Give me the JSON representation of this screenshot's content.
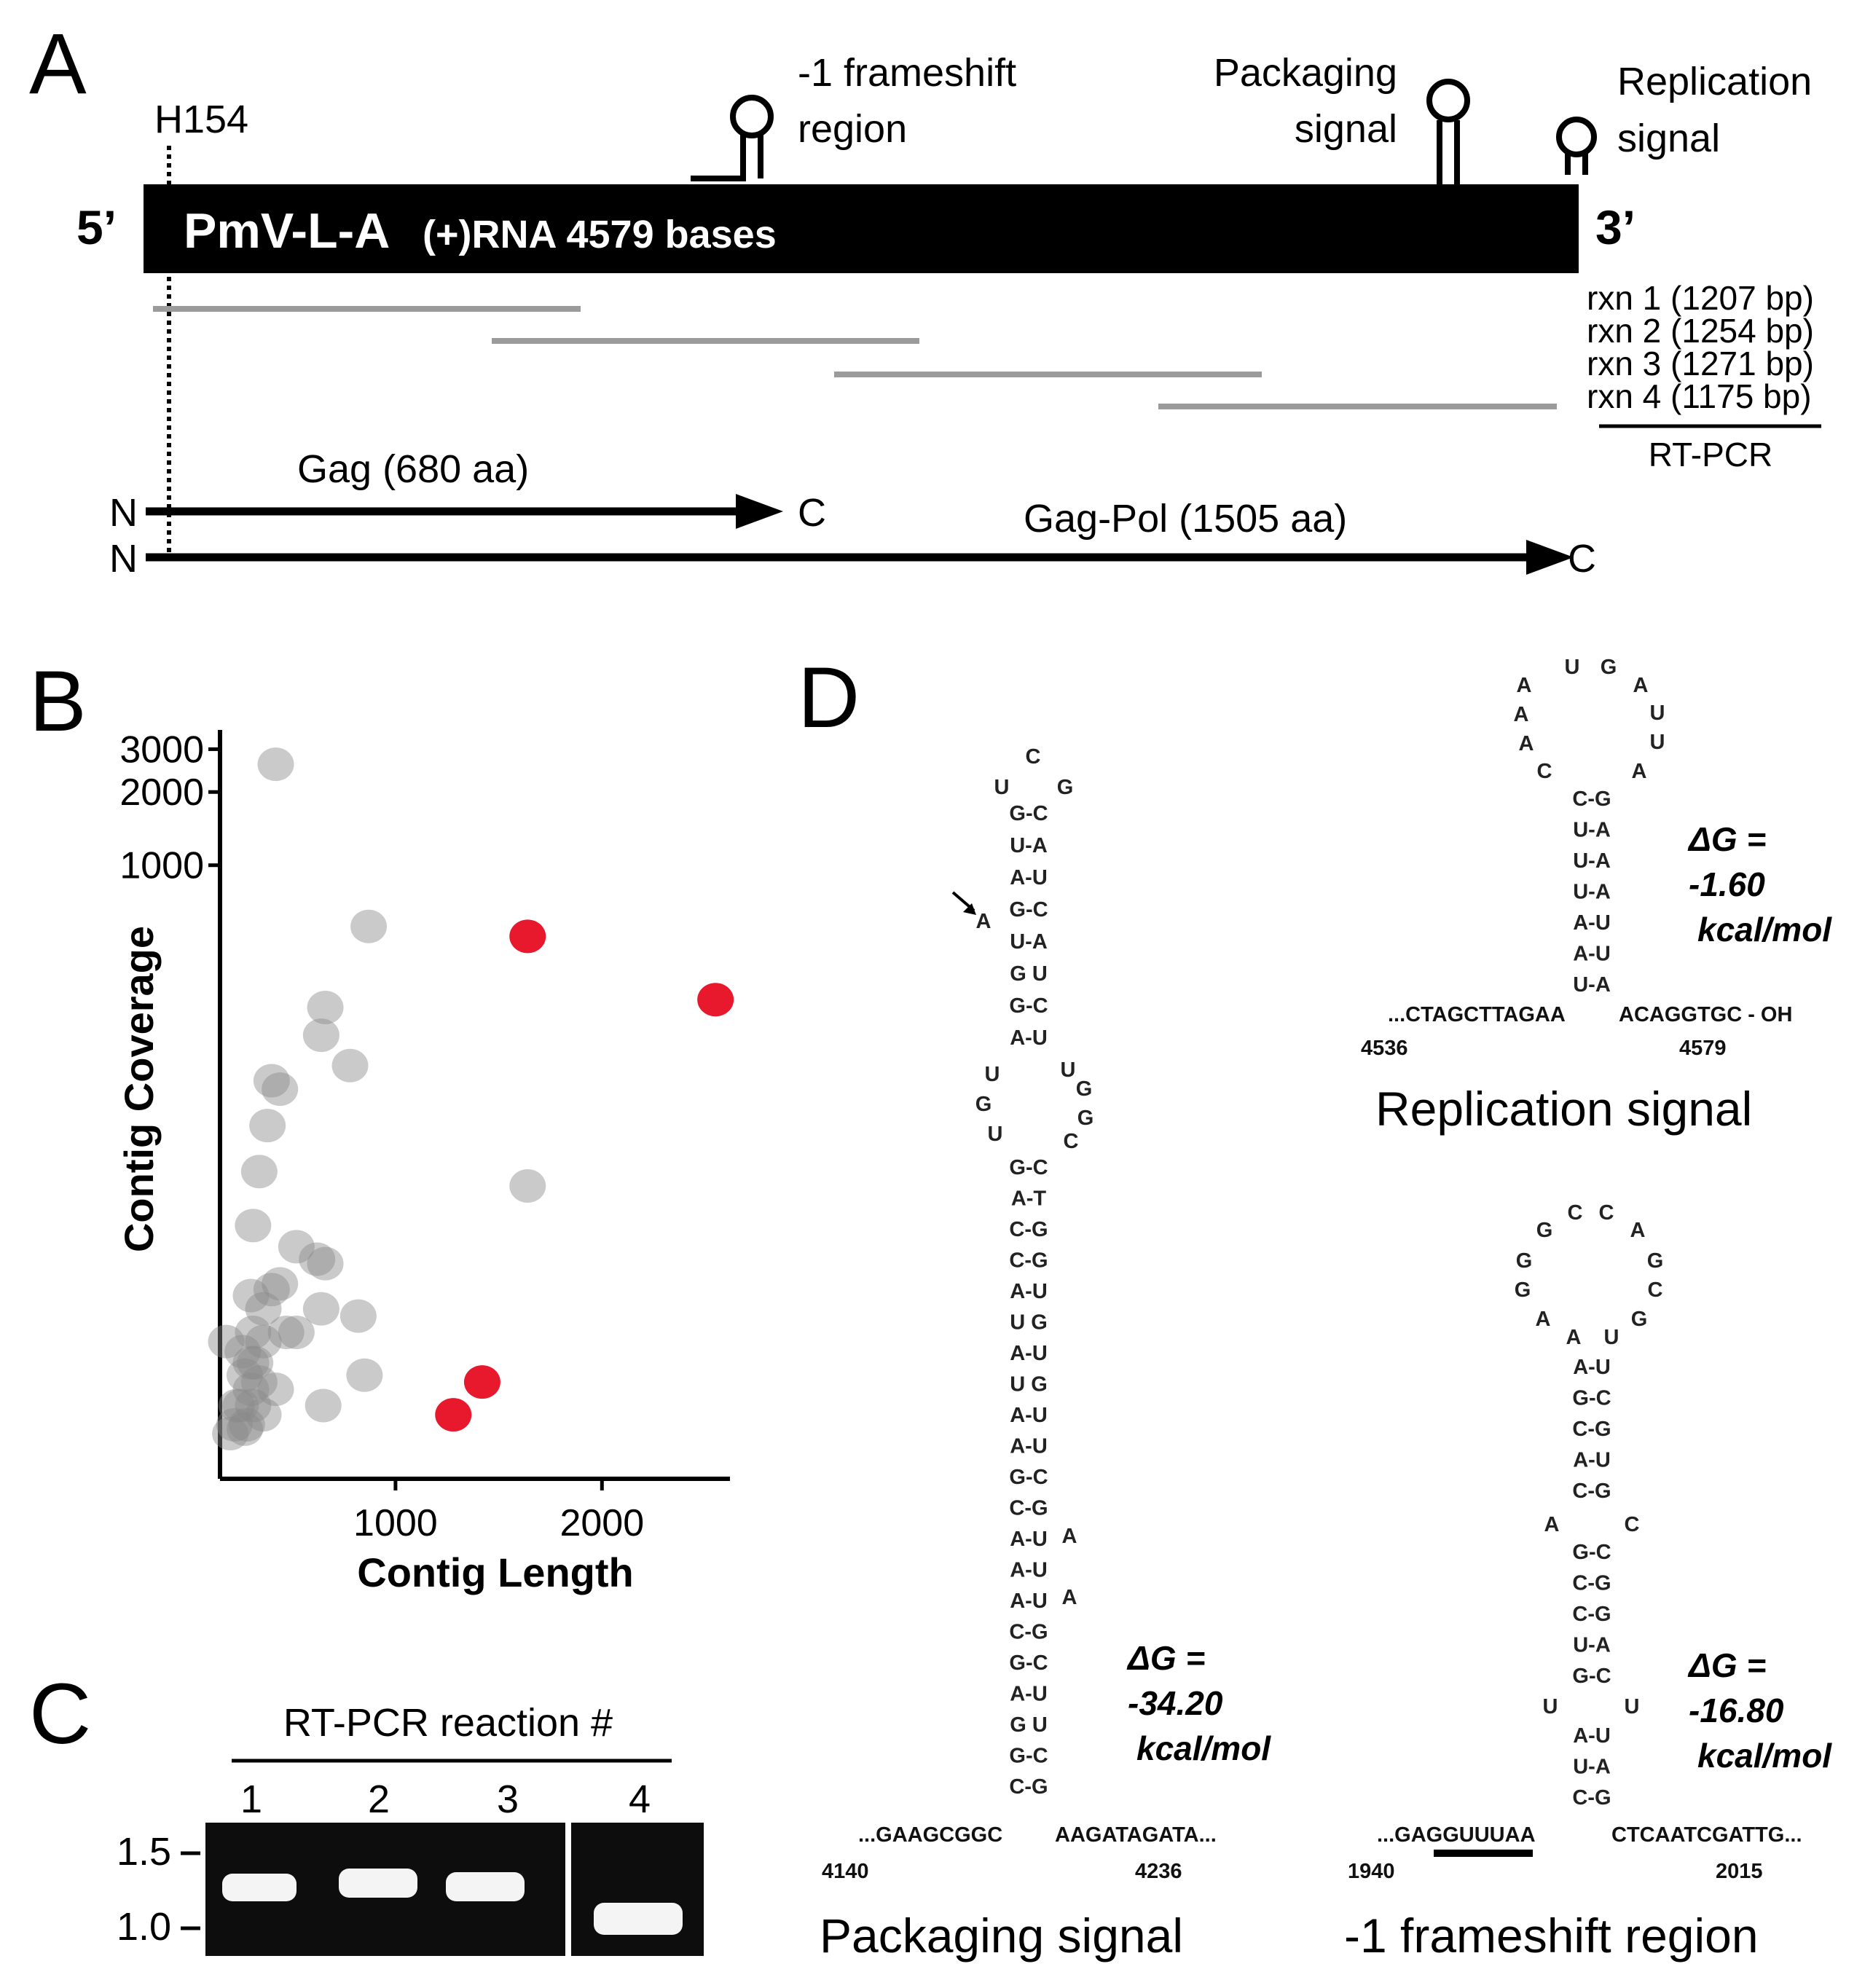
{
  "panels": {
    "A": "A",
    "B": "B",
    "C": "C",
    "D": "D"
  },
  "panelA": {
    "strain": "H154",
    "five_prime": "5’",
    "three_prime": "3’",
    "genome_name": "PmV-L-A",
    "genome_desc": "(+)RNA 4579 bases",
    "frameshift_label_1": "-1 frameshift",
    "frameshift_label_2": "region",
    "packaging_label_1": "Packaging",
    "packaging_label_2": "signal",
    "replication_label_1": "Replication",
    "replication_label_2": "signal",
    "reactions": [
      "rxn 1 (1207 bp)",
      "rxn 2 (1254 bp)",
      "rxn 3 (1271 bp)",
      "rxn 4 (1175 bp)"
    ],
    "rtpcr_label": "RT-PCR",
    "gag": {
      "n": "N",
      "label": "Gag (680 aa)",
      "c": "C"
    },
    "gagpol": {
      "n": "N",
      "label": "Gag-Pol (1505 aa)",
      "c": "C"
    }
  },
  "chart_data": {
    "type": "scatter",
    "xlabel": "Contig Length",
    "ylabel": "Contig Coverage",
    "xticks": [
      1000,
      2000
    ],
    "yticks": [
      1000,
      2000,
      3000
    ],
    "y_scale": "log",
    "xlim": [
      150,
      2620
    ],
    "ylim": [
      3,
      3600
    ],
    "series": [
      {
        "color": "#8a8a8a",
        "points": [
          [
            420,
            2600
          ],
          [
            870,
            560
          ],
          [
            1640,
            48
          ],
          [
            660,
            260
          ],
          [
            640,
            200
          ],
          [
            780,
            150
          ],
          [
            440,
            120
          ],
          [
            400,
            130
          ],
          [
            380,
            85
          ],
          [
            340,
            55
          ],
          [
            310,
            33
          ],
          [
            520,
            27
          ],
          [
            620,
            24
          ],
          [
            660,
            23
          ],
          [
            440,
            19
          ],
          [
            400,
            18
          ],
          [
            300,
            17
          ],
          [
            360,
            15
          ],
          [
            640,
            15
          ],
          [
            820,
            14
          ],
          [
            470,
            12
          ],
          [
            520,
            12
          ],
          [
            310,
            12
          ],
          [
            360,
            11
          ],
          [
            180,
            11
          ],
          [
            260,
            10
          ],
          [
            300,
            9
          ],
          [
            270,
            8
          ],
          [
            850,
            8
          ],
          [
            420,
            7
          ],
          [
            340,
            7.5
          ],
          [
            300,
            7
          ],
          [
            230,
            6
          ],
          [
            310,
            6
          ],
          [
            250,
            6
          ],
          [
            650,
            6
          ],
          [
            360,
            5.5
          ],
          [
            280,
            5
          ],
          [
            220,
            5
          ],
          [
            200,
            4.6
          ],
          [
            270,
            4.8
          ],
          [
            320,
            9
          ]
        ]
      },
      {
        "color": "#e8192c",
        "points": [
          [
            1640,
            510
          ],
          [
            2550,
            280
          ],
          [
            1420,
            7.5
          ],
          [
            1280,
            5.5
          ]
        ]
      }
    ]
  },
  "panelC": {
    "title": "RT-PCR reaction #",
    "lanes": [
      "1",
      "2",
      "3",
      "4"
    ],
    "markers": [
      "1.5",
      "1.0"
    ]
  },
  "panelD": {
    "packaging": {
      "stem_top": [
        "G-C",
        "U-A",
        "A-U",
        "G-C",
        "U-A",
        "G U",
        "G-C",
        "A-U"
      ],
      "stem_mid": [
        "G-C",
        "A-T",
        "C-G",
        "C-G",
        "A-U",
        "U G",
        "A-U",
        "U G",
        "A-U",
        "A-U",
        "G-C",
        "C-G",
        "A-U",
        "A-U",
        "A-U",
        "C-G",
        "G-C",
        "A-U",
        "G U",
        "G-C",
        "C-G"
      ],
      "loop": [
        "U",
        "C",
        "G"
      ],
      "bulge_left": [
        "U",
        "G",
        "U"
      ],
      "bulge_right": [
        "U",
        "G",
        "G",
        "C"
      ],
      "bulge_a": "A",
      "extra_a": [
        "A",
        "A"
      ],
      "seq_left": "...GAAGCGGC",
      "seq_right": "AAGATAGATA...",
      "pos_left": "4140",
      "pos_right": "4236",
      "dg": [
        "ΔG =",
        "-34.20",
        "kcal/mol"
      ],
      "title": "Packaging signal"
    },
    "replication": {
      "loop": [
        "A",
        "U",
        "G",
        "A",
        "U",
        "U",
        "A",
        "C",
        "A",
        "A"
      ],
      "stem": [
        "C-G",
        "U-A",
        "U-A",
        "U-A",
        "A-U",
        "A-U",
        "U-A"
      ],
      "seq_left": "...CTAGCTTAGAA",
      "seq_right": "ACAGGTGC - OH",
      "pos_left": "4536",
      "pos_right": "4579",
      "dg": [
        "ΔG =",
        "-1.60",
        "kcal/mol"
      ],
      "title": "Replication signal"
    },
    "frameshift": {
      "loop": [
        "G",
        "C",
        "C",
        "A",
        "G",
        "C",
        "G",
        "U",
        "A",
        "A",
        "G",
        "G"
      ],
      "stem_top": [
        "A-U",
        "G-C",
        "C-G",
        "A-U",
        "C-G"
      ],
      "bulge": [
        "A",
        "C"
      ],
      "stem_mid": [
        "G-C",
        "C-G",
        "C-G",
        "U-A",
        "G-C"
      ],
      "inner": [
        "U",
        "U"
      ],
      "stem_bot": [
        "A-U",
        "U-A",
        "C-G"
      ],
      "seq_left_a": "...GA",
      "seq_left_b": "GGUUU",
      "seq_left_c": "AA",
      "seq_right": "CTCAATCGATTG...",
      "pos_left": "1940",
      "pos_right": "2015",
      "dg": [
        "ΔG =",
        "-16.80",
        "kcal/mol"
      ],
      "title": "-1 frameshift region"
    }
  }
}
